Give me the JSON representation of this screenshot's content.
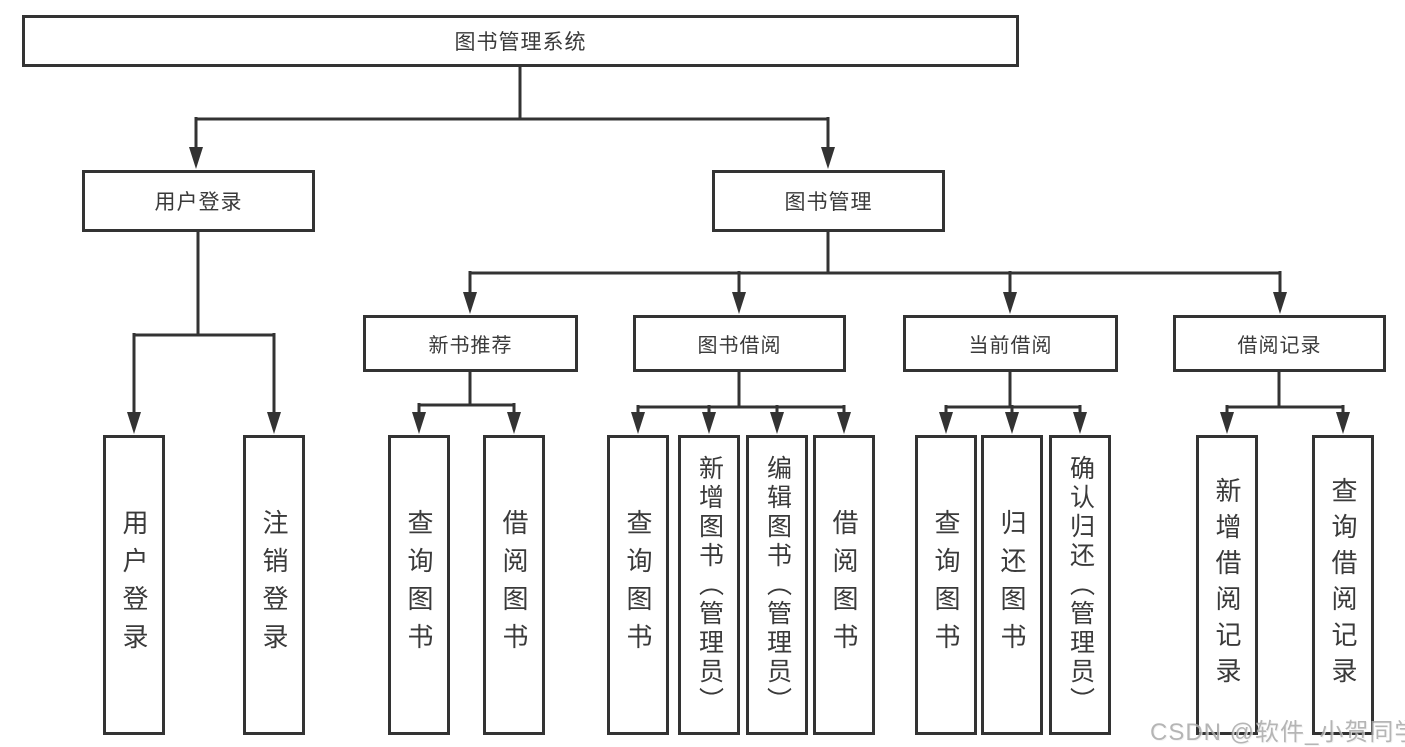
{
  "tree": {
    "root": {
      "label": "图书管理系统"
    },
    "children": [
      {
        "label": "用户登录",
        "children": [
          {
            "label": "用户登录"
          },
          {
            "label": "注销登录"
          }
        ]
      },
      {
        "label": "图书管理",
        "children": [
          {
            "label": "新书推荐",
            "children": [
              {
                "label": "查询图书"
              },
              {
                "label": "借阅图书"
              }
            ]
          },
          {
            "label": "图书借阅",
            "children": [
              {
                "label": "查询图书"
              },
              {
                "label": "新增图书（管理员）"
              },
              {
                "label": "编辑图书（管理员）"
              },
              {
                "label": "借阅图书"
              }
            ]
          },
          {
            "label": "当前借阅",
            "children": [
              {
                "label": "查询图书"
              },
              {
                "label": "归还图书"
              },
              {
                "label": "确认归还（管理员）"
              }
            ]
          },
          {
            "label": "借阅记录",
            "children": [
              {
                "label": "新增借阅记录"
              },
              {
                "label": "查询借阅记录"
              }
            ]
          }
        ]
      }
    ]
  },
  "style": {
    "line_color": "#333333",
    "border_color": "#333333",
    "text_color": "#3a3a3a",
    "background": "#ffffff"
  },
  "watermark": {
    "text": "CSDN @软件_小贺同学"
  }
}
